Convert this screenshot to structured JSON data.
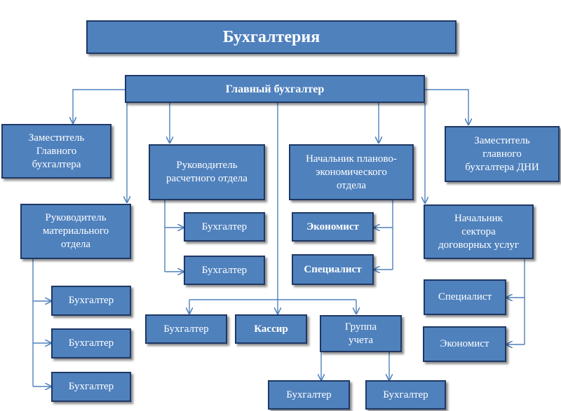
{
  "diagram": {
    "title": "Бухгалтерия",
    "chief": "Главный бухгалтер",
    "deputy_left": "Заместитель\nГлавного\nбухгалтера",
    "deputy_right": "Заместитель\nглавного\nбухгалтера ДНИ",
    "head_settlement": "Руководитель\nрасчетного отдела",
    "head_planning": "Начальник  планово-\nэкономического\nотдела",
    "head_material": "Руководитель\nматериального\nотдела",
    "head_contract": "Начальник\nсектора\nдоговорных услуг",
    "settlement_acc1": "Бухгалтер",
    "settlement_acc2": "Бухгалтер",
    "planning_economist": "Экономист",
    "planning_specialist": "Специалист",
    "material_acc1": "Бухгалтер",
    "material_acc2": "Бухгалтер",
    "material_acc3": "Бухгалтер",
    "contract_specialist": "Специалист",
    "contract_economist": "Экономист",
    "center_accountant": "Бухгалтер",
    "cashier": "Кассир",
    "accounting_group": "Группа\nучета",
    "group_acc1": "Бухгалтер",
    "group_acc2": "Бухгалтер"
  },
  "colors": {
    "box_fill": "#4f81bd",
    "box_border": "#1f3864",
    "connector": "#4f81bd",
    "text": "#ffffff"
  }
}
